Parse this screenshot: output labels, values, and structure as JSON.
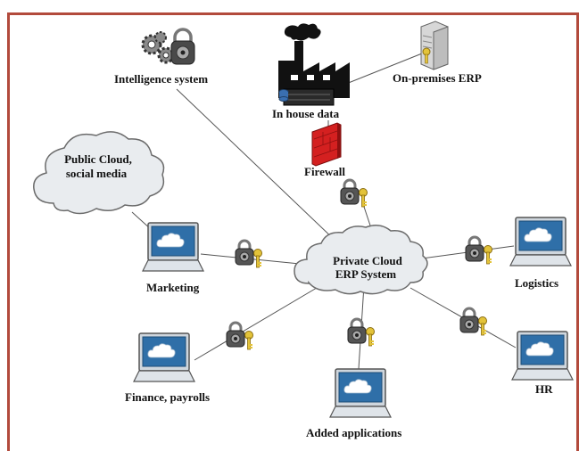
{
  "diagram": {
    "nodes": {
      "center_cloud": {
        "line1": "Private Cloud",
        "line2": "ERP System"
      },
      "public_cloud": {
        "line1": "Public Cloud,",
        "line2": "social media"
      },
      "intelligence": {
        "label": "Intelligence system"
      },
      "in_house": {
        "label": "In house data"
      },
      "on_premises": {
        "label": "On-premises ERP"
      },
      "firewall": {
        "label": "Firewall"
      },
      "marketing": {
        "label": "Marketing"
      },
      "logistics": {
        "label": "Logistics"
      },
      "finance": {
        "label": "Finance, payrolls"
      },
      "added_apps": {
        "label": "Added applications"
      },
      "hr": {
        "label": "HR"
      }
    },
    "icons": {
      "intelligence": "gears-lock-icon",
      "in_house": "factory-icon",
      "on_premises": "server-tower-icon",
      "firewall": "firewall-icon",
      "monitor": "monitor-cloud-icon",
      "security": "padlock-key-icon"
    },
    "colors": {
      "frame_border": "#b24a3c",
      "cloud_fill": "#e9ecef",
      "firewall_red": "#d42020",
      "monitor_screen": "#2f6fa8"
    }
  }
}
